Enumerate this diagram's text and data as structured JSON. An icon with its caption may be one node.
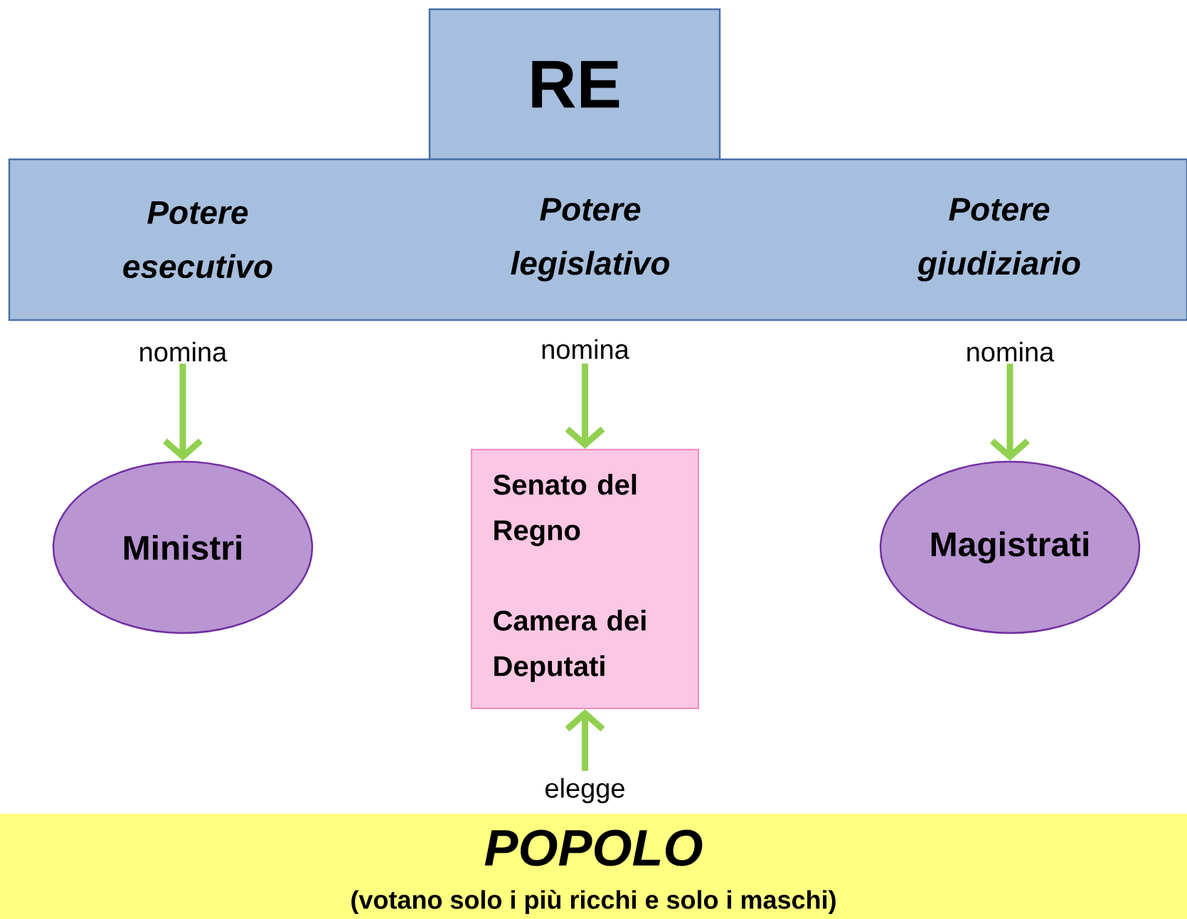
{
  "diagram": {
    "nodes": [
      {
        "text": [
          "RE"
        ]
      },
      {
        "text": [
          "Potere esecutivo",
          "Potere legislativo",
          "Potere giudiziario"
        ]
      },
      {
        "text": [
          "Ministri"
        ]
      },
      {
        "text": [
          "Senato del Regno",
          "Camera dei Deputati"
        ]
      },
      {
        "text": [
          "Magistrati"
        ]
      },
      {
        "text": [
          "POPOLO",
          "(votano solo i più ricchi e solo i maschi)"
        ]
      }
    ],
    "edges": [
      {
        "from": 1,
        "to": 2,
        "arrow": "to",
        "label": "nomina"
      },
      {
        "from": 1,
        "to": 3,
        "arrow": "to",
        "label": "nomina"
      },
      {
        "from": 1,
        "to": 4,
        "arrow": "to",
        "label": "nomina"
      },
      {
        "from": 5,
        "to": 3,
        "arrow": "to",
        "label": "elegge"
      }
    ]
  }
}
